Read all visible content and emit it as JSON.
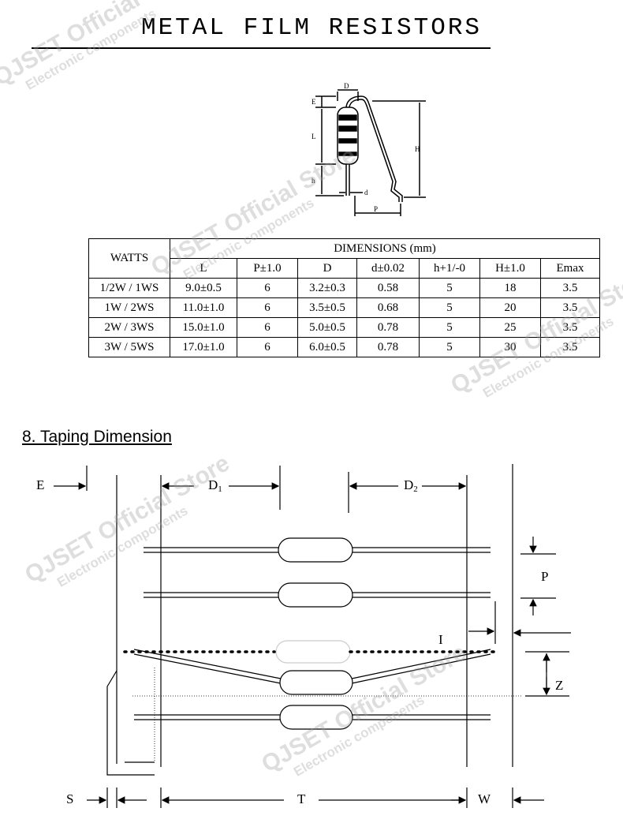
{
  "title": "METAL FILM RESISTORS",
  "diagram1_labels": {
    "D": "D",
    "E": "E",
    "L": "L",
    "H": "H",
    "h": "h",
    "d": "d",
    "P": "P"
  },
  "table": {
    "watts_header": "WATTS",
    "dims_header": "DIMENSIONS (mm)",
    "columns": [
      "L",
      "P±1.0",
      "D",
      "d±0.02",
      "h+1/-0",
      "H±1.0",
      "Emax"
    ],
    "rows": [
      {
        "watts": "1/2W / 1WS",
        "cells": [
          "9.0±0.5",
          "6",
          "3.2±0.3",
          "0.58",
          "5",
          "18",
          "3.5"
        ]
      },
      {
        "watts": "1W / 2WS",
        "cells": [
          "11.0±1.0",
          "6",
          "3.5±0.5",
          "0.68",
          "5",
          "20",
          "3.5"
        ]
      },
      {
        "watts": "2W / 3WS",
        "cells": [
          "15.0±1.0",
          "6",
          "5.0±0.5",
          "0.78",
          "5",
          "25",
          "3.5"
        ]
      },
      {
        "watts": "3W / 5WS",
        "cells": [
          "17.0±1.0",
          "6",
          "6.0±0.5",
          "0.78",
          "5",
          "30",
          "3.5"
        ]
      }
    ]
  },
  "section_title": "8. Taping Dimension",
  "taping_labels": {
    "E": "E",
    "D1": "D",
    "D1_sub": "1",
    "D2": "D",
    "D2_sub": "2",
    "P": "P",
    "I": "I",
    "Z": "Z",
    "S": "S",
    "T": "T",
    "W": "W"
  },
  "watermark": {
    "line1": "QJSET Official Store",
    "line2": "Electronic components"
  }
}
